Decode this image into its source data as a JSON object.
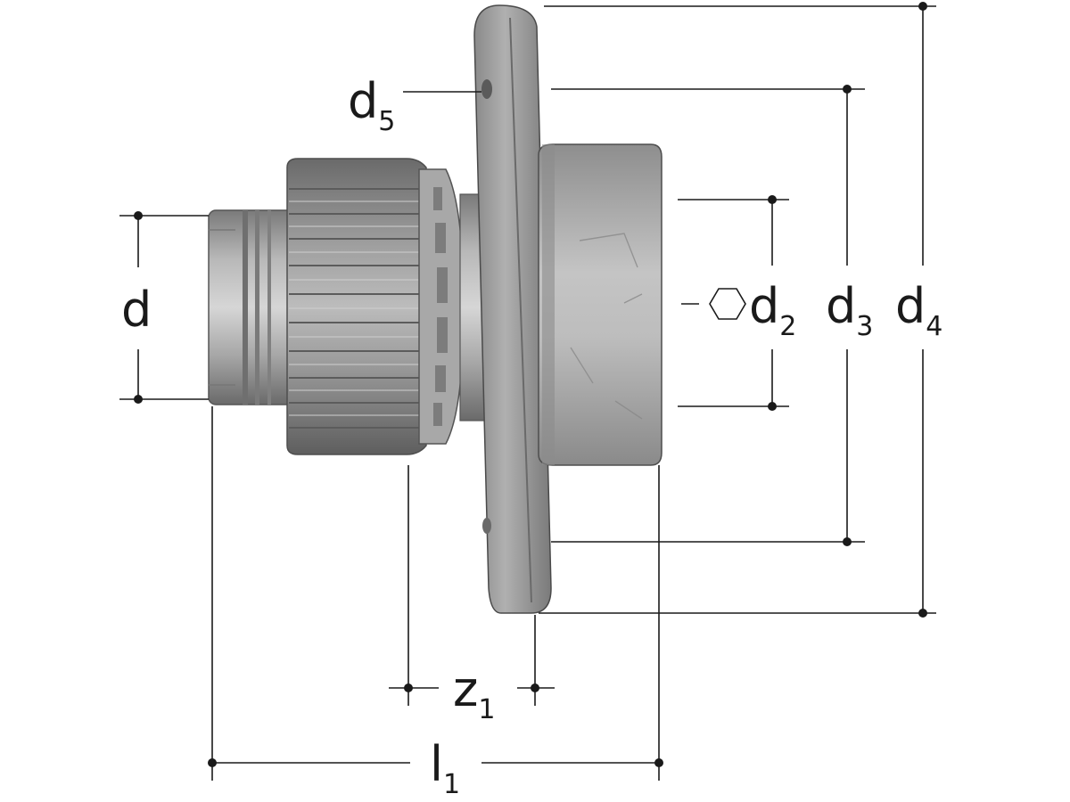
{
  "dimensions": {
    "d": {
      "base": "d",
      "sub": ""
    },
    "d2": {
      "base": "d",
      "sub": "2"
    },
    "d3": {
      "base": "d",
      "sub": "3"
    },
    "d4": {
      "base": "d",
      "sub": "4"
    },
    "d5": {
      "base": "d",
      "sub": "5"
    },
    "z1": {
      "base": "z",
      "sub": "1"
    },
    "l1": {
      "base": "l",
      "sub": "1"
    }
  },
  "colors": {
    "line": "#1a1a1a",
    "metal_dark": "#6e6e6e",
    "metal_mid": "#9a9a9a",
    "metal_light": "#c8c8c8"
  }
}
